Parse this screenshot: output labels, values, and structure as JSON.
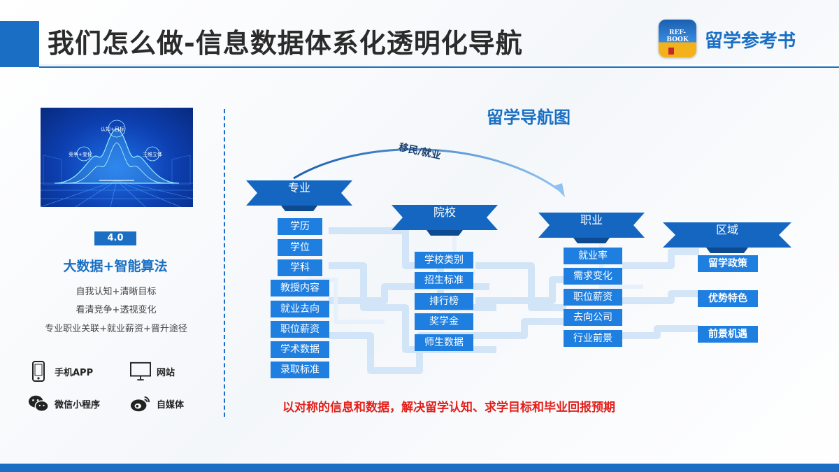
{
  "header": {
    "title": "我们怎么做-信息数据体系化透明化导航",
    "brand_logo_text": "REF-BOOK",
    "brand_name": "留学参考书"
  },
  "left_panel": {
    "hero_labels": [
      "认知+目标",
      "竞争+变化",
      "三维立体"
    ],
    "version": "4.0",
    "algo_title": "大数据+智能算法",
    "features": [
      "自我认知+清晰目标",
      "看清竞争+透视变化",
      "专业职业关联+就业薪资+晋升途径"
    ],
    "channels": [
      {
        "label": "手机APP",
        "icon": "phone-icon"
      },
      {
        "label": "网站",
        "icon": "monitor-icon"
      },
      {
        "label": "微信小程序",
        "icon": "wechat-icon"
      },
      {
        "label": "自媒体",
        "icon": "weibo-icon"
      }
    ]
  },
  "right_panel": {
    "nav_title": "留学导航图",
    "arc_label": "移民/就业",
    "columns": [
      {
        "banner": "专业",
        "items": [
          "学历",
          "学位",
          "学科",
          "教授内容",
          "就业去向",
          "职位薪资",
          "学术数据",
          "录取标准"
        ]
      },
      {
        "banner": "院校",
        "items": [
          "学校类别",
          "招生标准",
          "排行榜",
          "奖学金",
          "师生数据"
        ]
      },
      {
        "banner": "职业",
        "items": [
          "就业率",
          "需求变化",
          "职位薪资",
          "去向公司",
          "行业前景"
        ]
      },
      {
        "banner": "区域",
        "items": [
          "留学政策",
          "优势特色",
          "前景机遇"
        ]
      }
    ],
    "slogan": "以对称的信息和数据，解决留学认知、求学目标和毕业回报预期"
  },
  "colors": {
    "primary_blue": "#1a6fc4",
    "tag_blue": "#1f7fe0",
    "banner_blue": "#1466c0",
    "slogan_red": "#e3201b"
  }
}
